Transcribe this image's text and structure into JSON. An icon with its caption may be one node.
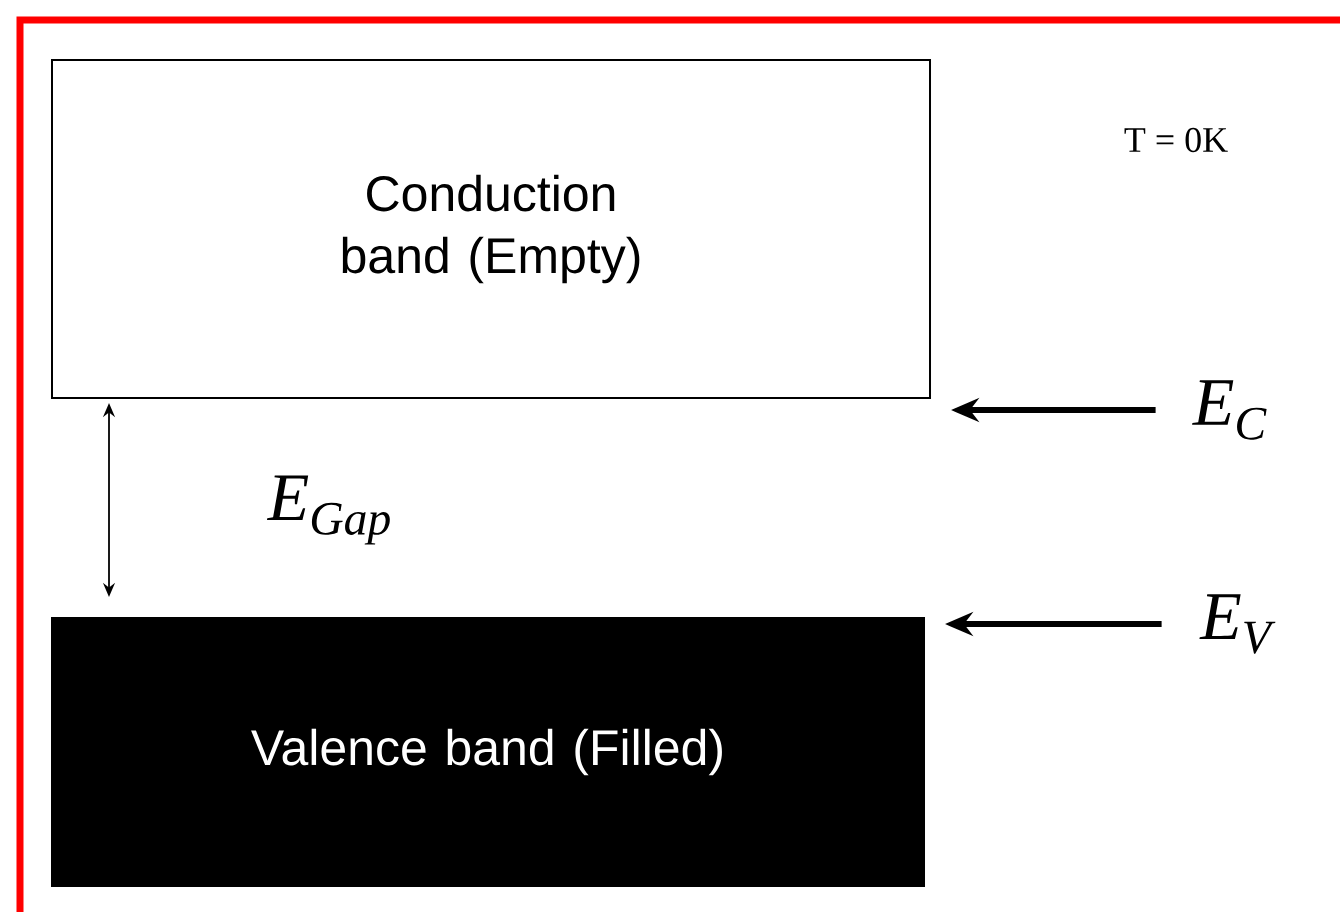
{
  "diagram": {
    "nodes": [
      {
        "text": [
          "Conduction band (Empty)"
        ]
      },
      {
        "text": [
          "Valence band (Filled)"
        ]
      },
      {
        "text": [
          "E$_{C}$"
        ]
      },
      {
        "text": [
          "E$_{V}$"
        ]
      }
    ],
    "edges": [
      {
        "from": 0,
        "to": 1,
        "arrow": "both",
        "label": "E$_{Gap}$"
      },
      {
        "from": 2,
        "to": 0,
        "arrow": "to"
      },
      {
        "from": 3,
        "to": 1,
        "arrow": "to"
      }
    ],
    "labels": [
      "T = 0K"
    ]
  }
}
